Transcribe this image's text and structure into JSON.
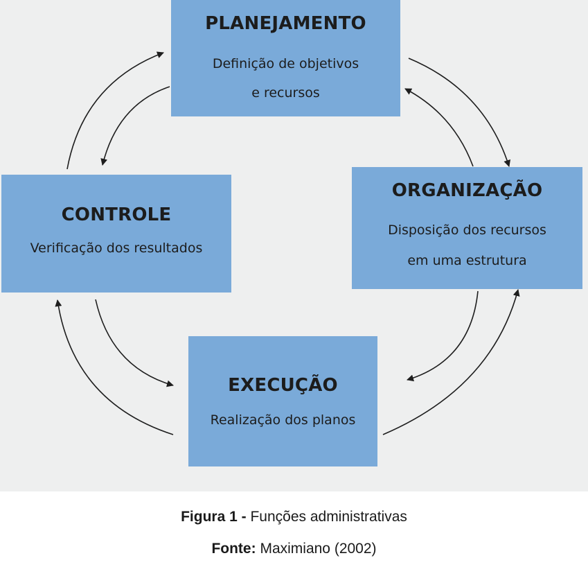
{
  "boxes": {
    "planejamento": {
      "title": "PLANEJAMENTO",
      "lines": [
        "Definição de objetivos",
        "e recursos"
      ]
    },
    "organizacao": {
      "title": "ORGANIZAÇÃO",
      "lines": [
        "Disposição dos recursos",
        "em uma estrutura"
      ]
    },
    "controle": {
      "title": "CONTROLE",
      "lines": [
        "Verificação dos resultados"
      ]
    },
    "execucao": {
      "title": "EXECUÇÃO",
      "lines": [
        "Realização dos planos"
      ]
    }
  },
  "colors": {
    "background": "#eeefef",
    "box_fill": "#7aaad9",
    "arrow": "#1e1e1e"
  },
  "caption": {
    "figure_label": "Figura 1 -",
    "figure_text": "Funções administrativas",
    "source_label": "Fonte:",
    "source_text": "Maximiano (2002)"
  }
}
